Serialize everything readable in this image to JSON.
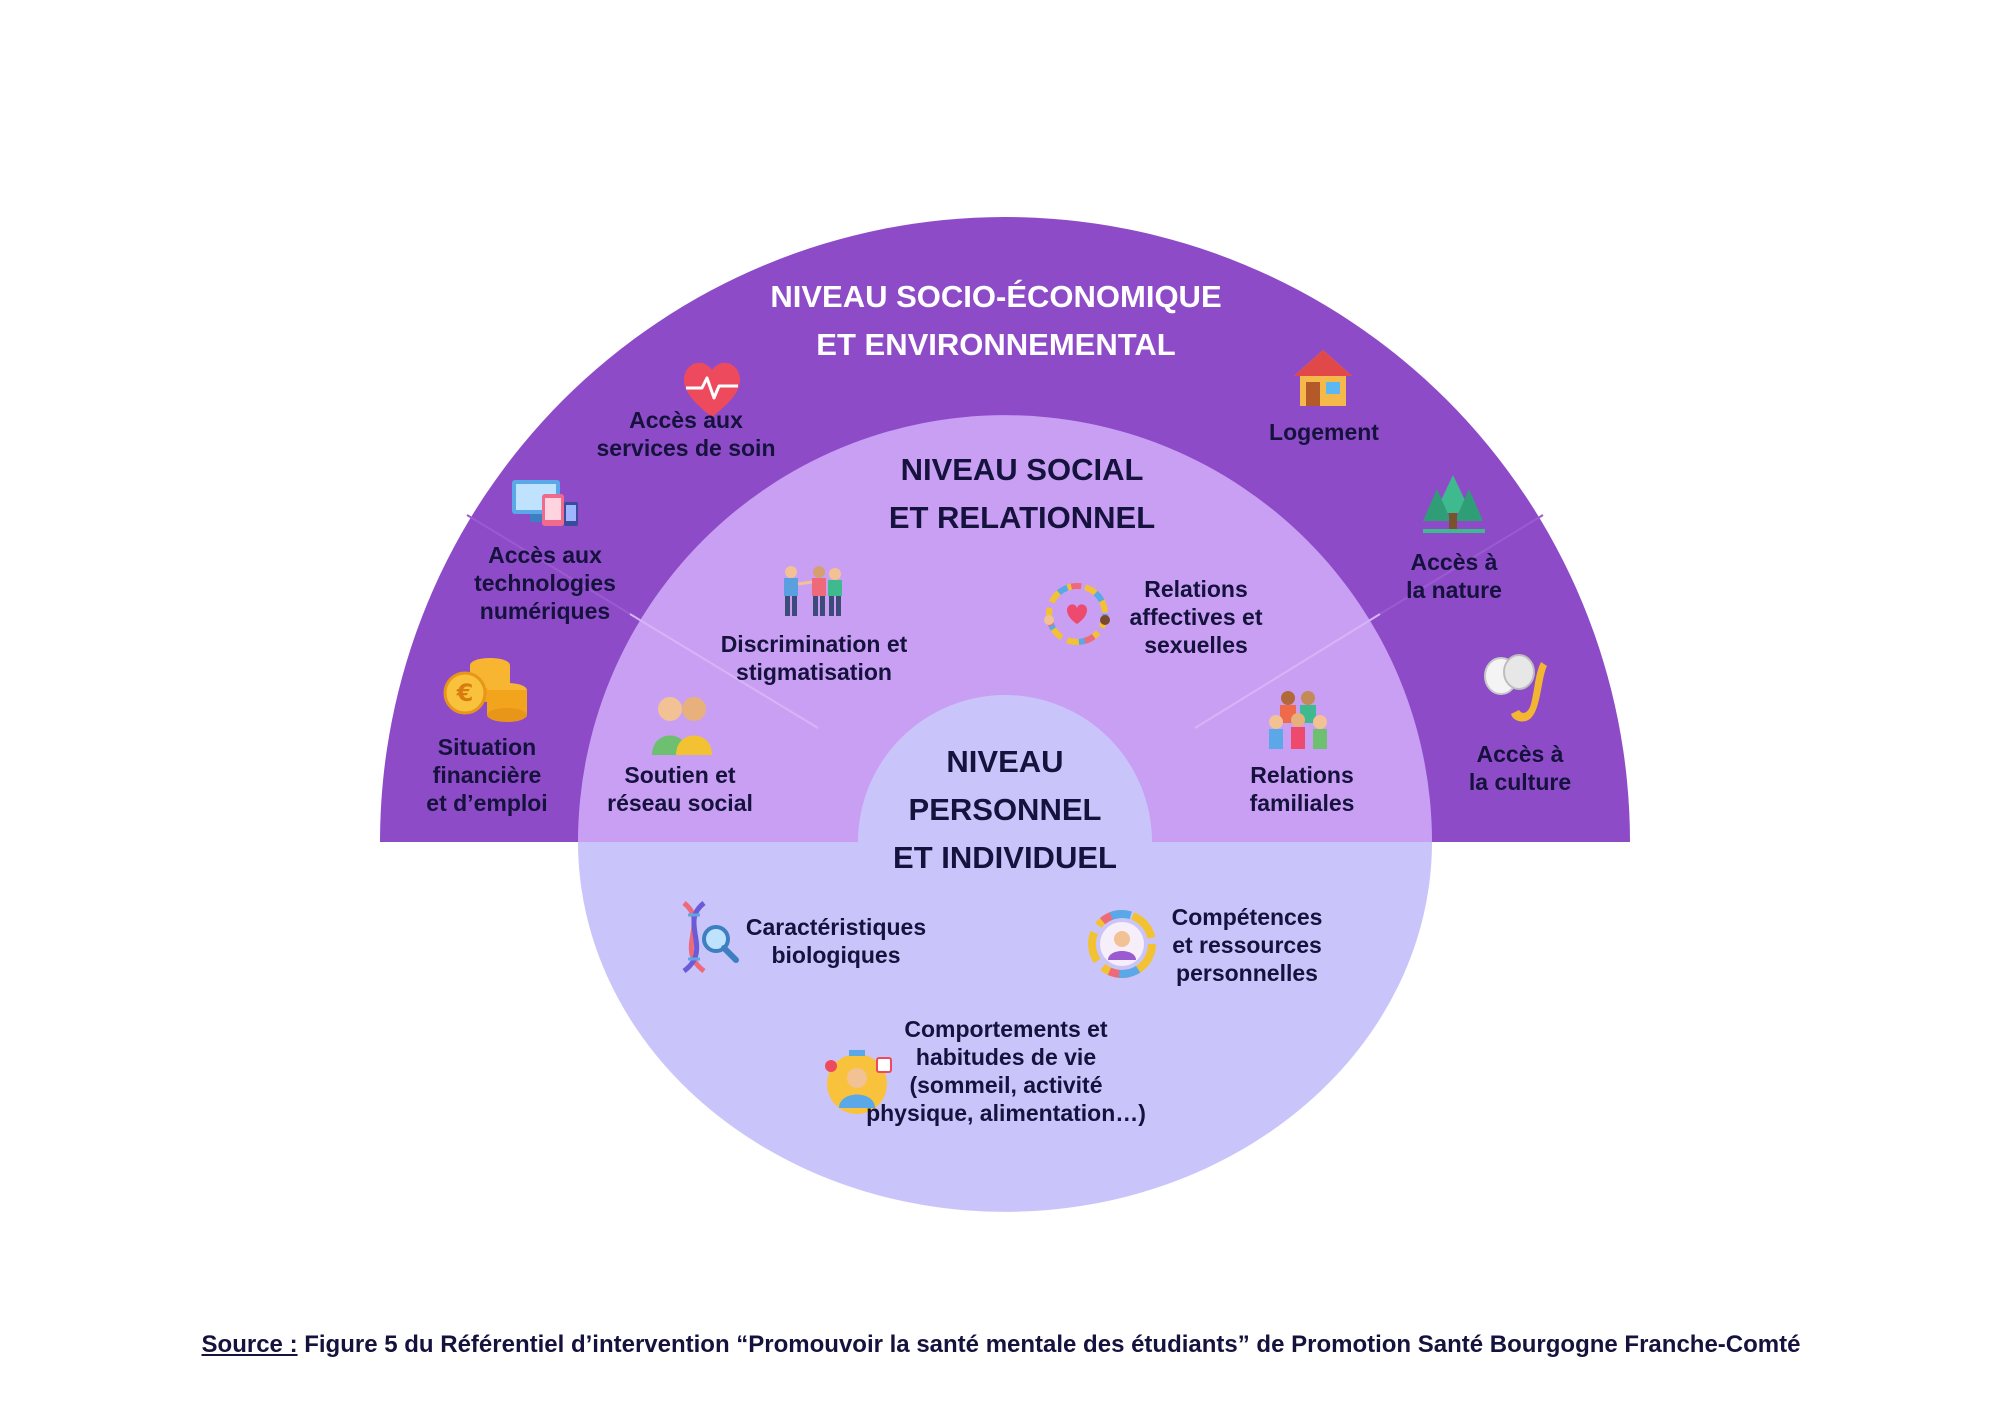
{
  "colors": {
    "outer_ring": "#8e4bc8",
    "middle_ring": "#c99ff4",
    "inner_ring": "#c9c5fa",
    "core": "#c9c5fa",
    "text_dark": "#15123d",
    "text_light": "#ffffff"
  },
  "levels": {
    "socio_economique": {
      "title_line1": "NIVEAU SOCIO-ÉCONOMIQUE",
      "title_line2": "ET ENVIRONNEMENTAL",
      "items": [
        {
          "icon": "heart-pulse-icon",
          "line1": "Accès aux",
          "line2": "services de soin"
        },
        {
          "icon": "devices-icon",
          "line1": "Accès aux",
          "line2": "technologies",
          "line3": "numériques"
        },
        {
          "icon": "euro-coins-icon",
          "line1": "Situation",
          "line2": "financière",
          "line3": "et d’emploi"
        },
        {
          "icon": "house-icon",
          "line1": "Logement"
        },
        {
          "icon": "trees-icon",
          "line1": "Accès à",
          "line2": "la nature"
        },
        {
          "icon": "theater-saxophone-icon",
          "line1": "Accès à",
          "line2": "la culture"
        }
      ]
    },
    "social": {
      "title_line1": "NIVEAU SOCIAL",
      "title_line2": "ET RELATIONNEL",
      "items": [
        {
          "icon": "discrimination-people-icon",
          "line1": "Discrimination et",
          "line2": "stigmatisation"
        },
        {
          "icon": "support-friends-icon",
          "line1": "Soutien et",
          "line2": "réseau social"
        },
        {
          "icon": "relationship-circle-icon",
          "line1": "Relations",
          "line2": "affectives et",
          "line3": "sexuelles"
        },
        {
          "icon": "family-icon",
          "line1": "Relations",
          "line2": "familiales"
        }
      ]
    },
    "personnel": {
      "title_line1": "NIVEAU",
      "title_line2": "PERSONNEL",
      "title_line3": "ET INDIVIDUEL",
      "items": [
        {
          "icon": "dna-icon",
          "line1": "Caractéristiques",
          "line2": "biologiques"
        },
        {
          "icon": "person-circle-icon",
          "line1": "Compétences",
          "line2": "et ressources",
          "line3": "personnelles"
        },
        {
          "icon": "lifestyle-icon",
          "line1": "Comportements et",
          "line2": "habitudes de vie",
          "line3": "(sommeil, activité",
          "line4": "physique, alimentation…)"
        }
      ]
    }
  },
  "source": {
    "label": "Source :",
    "text": " Figure 5 du Référentiel d’intervention “Promouvoir la santé mentale des étudiants” de Promotion Santé Bourgogne Franche-Comté"
  }
}
